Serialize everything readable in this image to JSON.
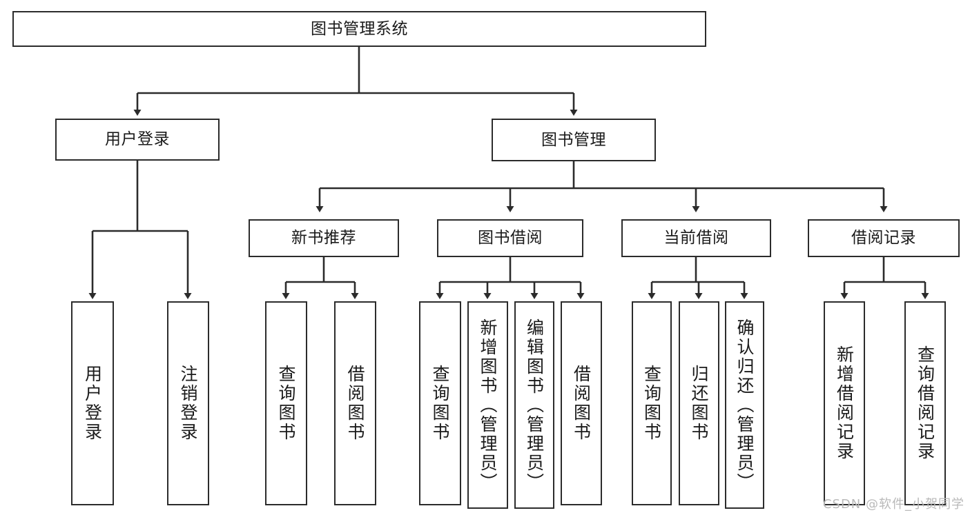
{
  "diagram": {
    "type": "tree-hierarchy",
    "title": "图书管理系统",
    "root": {
      "id": "root",
      "label": "图书管理系统"
    },
    "level2": [
      {
        "id": "user-login",
        "label": "用户登录"
      },
      {
        "id": "book-manage",
        "label": "图书管理"
      }
    ],
    "level3": [
      {
        "id": "new-book-rec",
        "label": "新书推荐",
        "parent": "book-manage"
      },
      {
        "id": "book-borrow",
        "label": "图书借阅",
        "parent": "book-manage"
      },
      {
        "id": "current-borrow",
        "label": "当前借阅",
        "parent": "book-manage"
      },
      {
        "id": "borrow-record",
        "label": "借阅记录",
        "parent": "book-manage"
      }
    ],
    "leaves": [
      {
        "id": "leaf-user-login",
        "label": "用户登录",
        "parent": "user-login"
      },
      {
        "id": "leaf-logout-login",
        "label": "注销登录",
        "parent": "user-login"
      },
      {
        "id": "leaf-query-book-1",
        "label": "查询图书",
        "parent": "new-book-rec"
      },
      {
        "id": "leaf-borrow-book-1",
        "label": "借阅图书",
        "parent": "new-book-rec"
      },
      {
        "id": "leaf-query-book-2",
        "label": "查询图书",
        "parent": "book-borrow"
      },
      {
        "id": "leaf-add-book",
        "label": "新增图书（管理员）",
        "parent": "book-borrow"
      },
      {
        "id": "leaf-edit-book",
        "label": "编辑图书（管理员）",
        "parent": "book-borrow"
      },
      {
        "id": "leaf-borrow-book-2",
        "label": "借阅图书",
        "parent": "book-borrow"
      },
      {
        "id": "leaf-query-book-3",
        "label": "查询图书",
        "parent": "current-borrow"
      },
      {
        "id": "leaf-return-book",
        "label": "归还图书",
        "parent": "current-borrow"
      },
      {
        "id": "leaf-confirm-return",
        "label": "确认归还（管理员）",
        "parent": "current-borrow"
      },
      {
        "id": "leaf-add-record",
        "label": "新增借阅记录",
        "parent": "borrow-record"
      },
      {
        "id": "leaf-query-record",
        "label": "查询借阅记录",
        "parent": "borrow-record"
      }
    ],
    "watermark": "CSDN @软件_小贺同学",
    "colors": {
      "stroke": "#2b2b2b",
      "text": "#1a1a1a",
      "background": "#ffffff",
      "watermark": "#b9b9b9"
    }
  }
}
